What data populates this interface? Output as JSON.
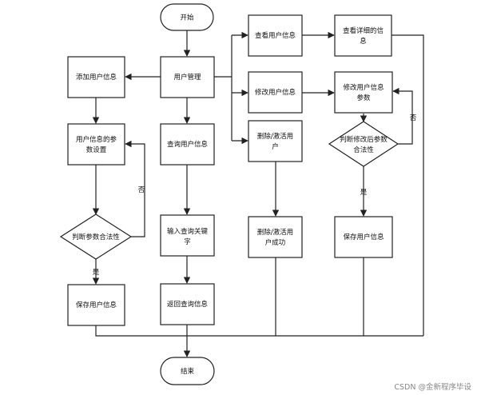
{
  "nodes": {
    "start": "开始",
    "user_mgmt": "用户管理",
    "add_user": "添加用户信息",
    "param_setup": [
      "用户信息的参",
      "数设置"
    ],
    "check_params": "判断参数合法性",
    "save_user_left": "保存用户信息",
    "query_user": "查询用户信息",
    "input_keyword": [
      "输入查询关键",
      "字"
    ],
    "return_query": "返回查询信息",
    "view_user": "查看用户信息",
    "view_detail": [
      "查看详细的信",
      "息"
    ],
    "modify_user": "修改用户信息",
    "modify_params": [
      "修改用户信息",
      "参数"
    ],
    "check_modified": [
      "判断修改后参数",
      "合法性"
    ],
    "save_user_right": "保存用户信息",
    "delete_activate": [
      "删除/激活用",
      "户"
    ],
    "delete_success": [
      "删除/激活用",
      "户成功"
    ],
    "end": "结束"
  },
  "edge_labels": {
    "no_left": "否",
    "yes_left": "是",
    "no_right": "否",
    "yes_right": "是"
  },
  "watermark": "CSDN @金新程序毕设",
  "colors": {
    "stroke": "#222222",
    "fill": "#ffffff",
    "text": "#111111",
    "watermark": "#888888"
  }
}
